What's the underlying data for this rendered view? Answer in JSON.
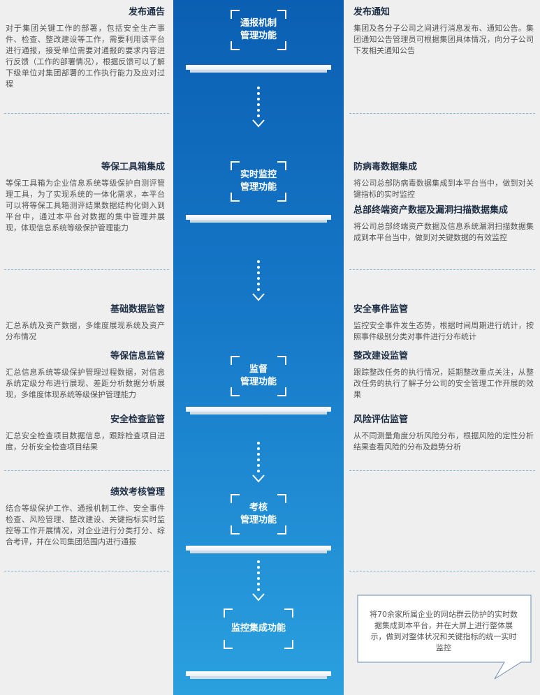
{
  "hubs": [
    {
      "label_l1": "通报机制",
      "label_l2": "管理功能"
    },
    {
      "label_l1": "实时监控",
      "label_l2": "管理功能"
    },
    {
      "label_l1": "监督",
      "label_l2": "管理功能"
    },
    {
      "label_l1": "考核",
      "label_l2": "管理功能"
    },
    {
      "label_l1": "监控集成功能"
    }
  ],
  "left": [
    {
      "title": "发布通告",
      "desc": "对于集团关键工作的部署，包括安全生产事件、检查、整改建设等工作，需要利用该平台进行通报，接受单位需要对通报的要求内容进行反馈（工作的部署情况），根据反馈可以了解下级单位对集团部署的工作执行能力及应对过程"
    },
    {
      "title": "等保工具箱集成",
      "desc": "等保工具箱为企业信息系统等级保护自测评管理工具，为了实现系统的一体化需求，本平台可以将等保工具箱测评结果数据结构化倒入到平台中，通过本平台对数据的集中管理并展现，体现信息系统等级保护管理能力"
    },
    {
      "title": "基础数据监管",
      "desc": "汇总系统及资产数据，多维度展现系统及资产分布情况"
    },
    {
      "title": "等保信息监管",
      "desc": "汇总信息系统等级保护管理过程数据，对信息系统定级分布进行展现、差距分析数据分析展现，多维度体现系统等级保护管理能力"
    },
    {
      "title": "安全检查监管",
      "desc": "汇总安全检查项目数据信息，跟踪检查项目进度，分析安全检查项目结果"
    },
    {
      "title": "绩效考核管理",
      "desc": "结合等级保护工作、通报机制工作、安全事件检查、风险管理、整改建设、关键指标实时监控等工作开展情况，对企业进行分类打分、综合考评，并在公司集团范围内进行通报"
    }
  ],
  "right": [
    {
      "title": "发布通知",
      "desc": "集团及各分子公司之间进行消息发布、通知公告。集团通知公告管理员可根据集团具体情况，向分子公司下发相关通知公告"
    },
    {
      "title": "防病毒数据集成",
      "desc": "将公司总部防病毒数据集成到本平台当中，做到对关键指标的实时监控"
    },
    {
      "title": "总部终端资产数据及漏洞扫描数据集成",
      "desc": "将公司总部终端资产数据及信息系统漏洞扫描数据集成到本平台当中，做到对关键数据的有效监控"
    },
    {
      "title": "安全事件监管",
      "desc": "监控安全事件发生态势，根据时间周期进行统计，按照事件级别分类对事件进行分布统计"
    },
    {
      "title": "整改建设监管",
      "desc": "跟踪整改任务的执行情况，延期整改重点关注，从整改任务的执行了解子分公司的安全管理工作开展的效果"
    },
    {
      "title": "风险评估监管",
      "desc": "从不同测量角度分析风险分布，根据风险的定性分析结果查看风险的分布及趋势分析"
    }
  ],
  "callout": {
    "text": "将70余家所属企业的网站群云防护的实时数据集成到本平台，并在大屏上进行整体展示，做到对整体状况和关键指标的统一实时监控"
  },
  "colors": {
    "center_top": "#0b5fb2",
    "center_bottom": "#2aa0df",
    "side_bg": "#efefef",
    "separator": "#7ab8e0"
  }
}
